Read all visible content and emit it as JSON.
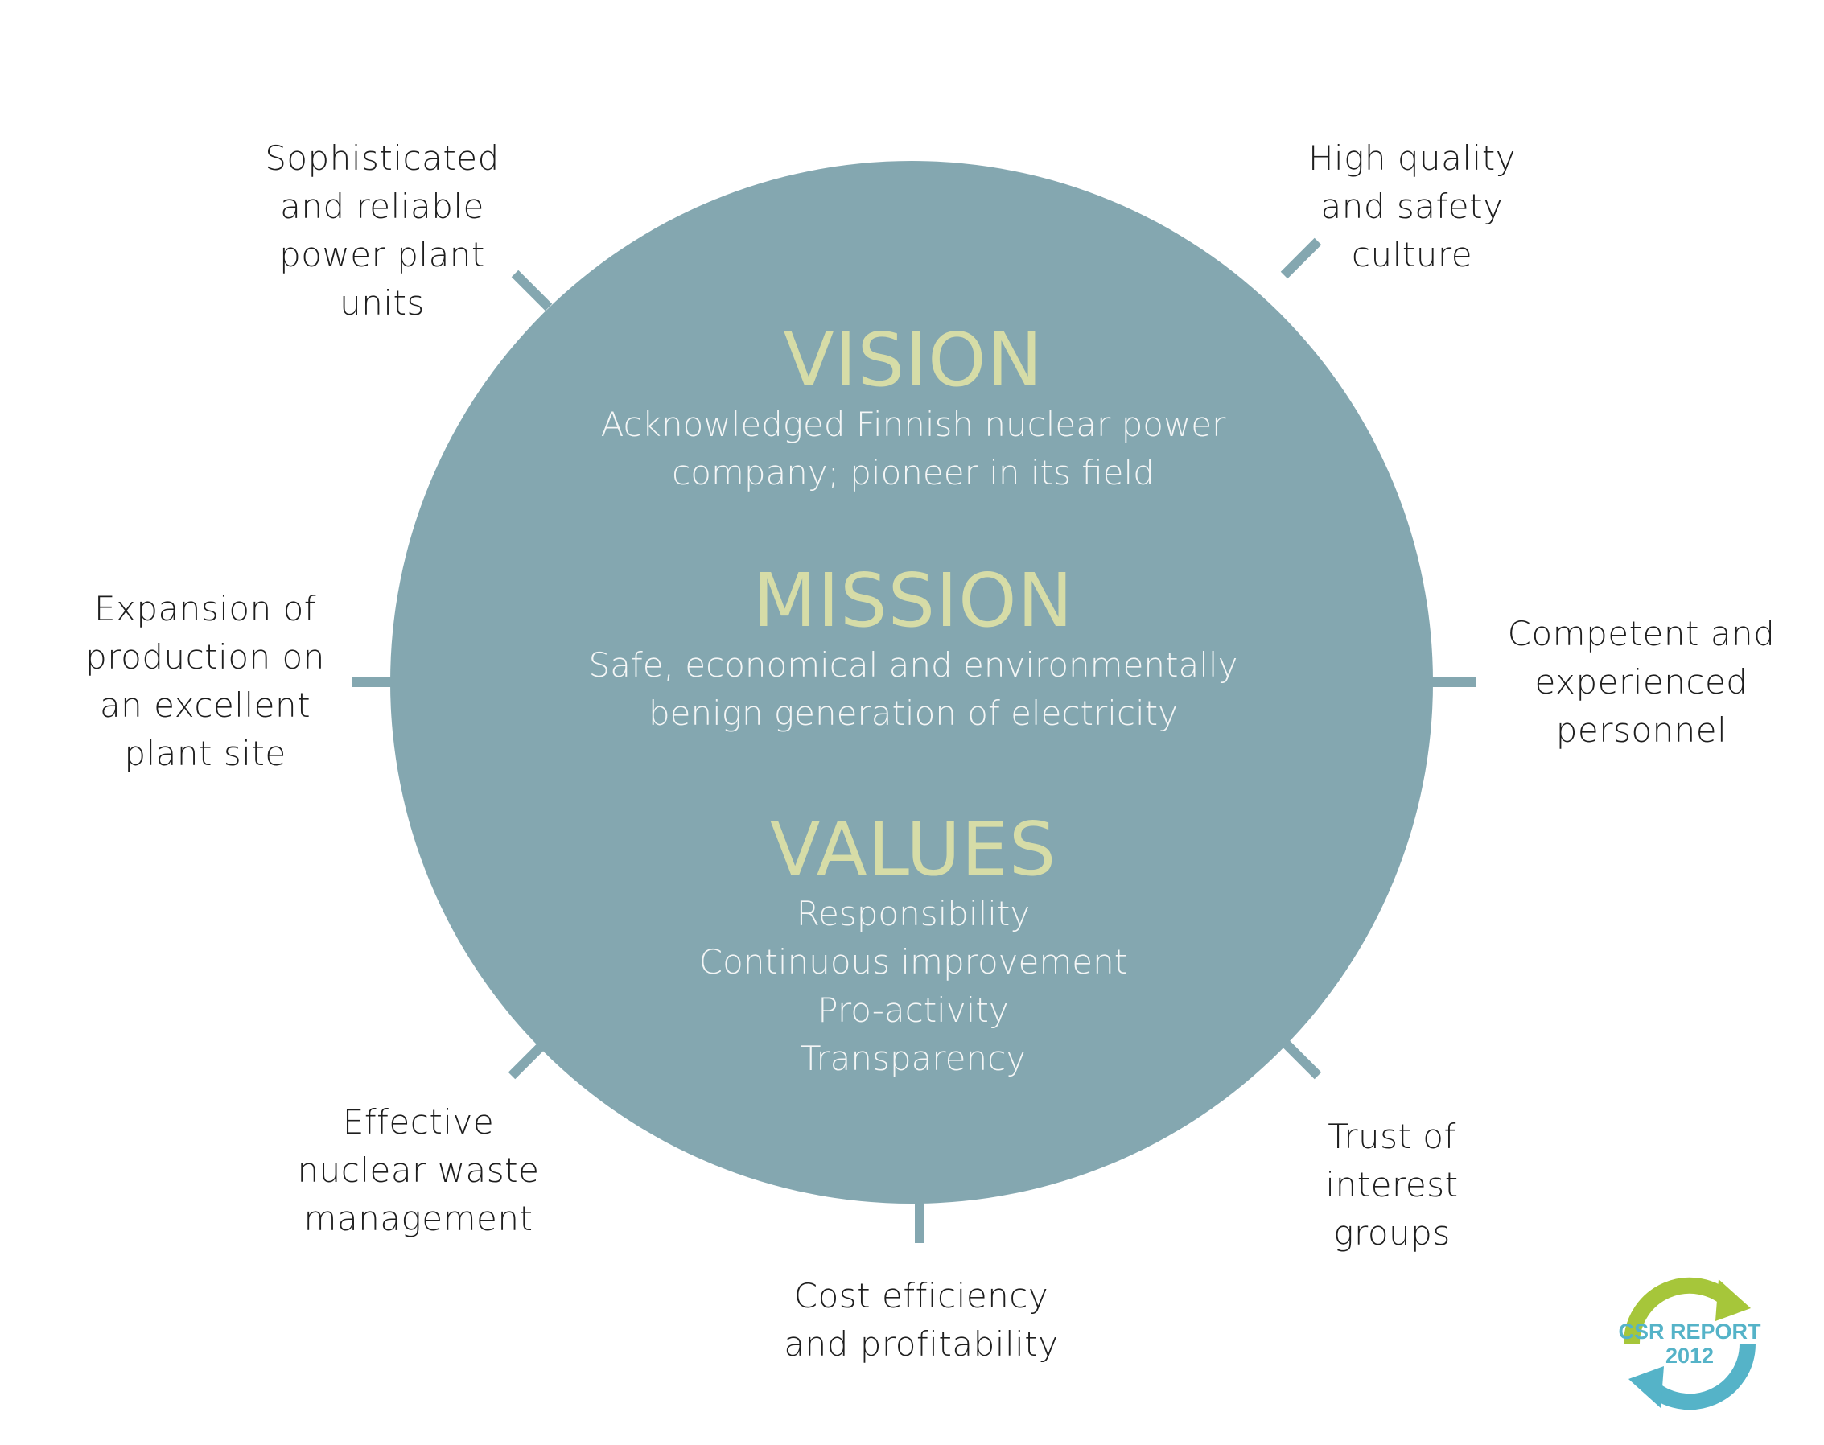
{
  "center": {
    "vision": {
      "heading": "VISION",
      "lines": [
        "Acknowledged Finnish nuclear power",
        "company; pioneer in its field"
      ]
    },
    "mission": {
      "heading": "MISSION",
      "lines": [
        "Safe, economical and environmentally",
        "benign generation of electricity"
      ]
    },
    "values": {
      "heading": "VALUES",
      "lines": [
        "Responsibility",
        "Continuous improvement",
        "Pro-activity",
        "Transparency"
      ]
    }
  },
  "outer": {
    "top_left": [
      "Sophisticated",
      "and reliable",
      "power plant",
      "units"
    ],
    "top_right": [
      "High quality",
      "and safety",
      "culture"
    ],
    "left": [
      "Expansion of",
      "production on",
      "an excellent",
      "plant site"
    ],
    "right": [
      "Competent and",
      "experienced",
      "personnel"
    ],
    "bottom_left": [
      "Effective",
      "nuclear waste",
      "management"
    ],
    "bottom_right": [
      "Trust of",
      "interest",
      "groups"
    ],
    "bottom": [
      "Cost efficiency",
      "and profitability"
    ]
  },
  "logo": {
    "line1": "CSR REPORT",
    "line2": "2012"
  },
  "colors": {
    "circle": "#84a7b0",
    "heading": "#d6dca7",
    "subtext": "#f4f6f6",
    "outer_text": "#1e1e1e",
    "logo_green": "#a6c63a",
    "logo_blue": "#55b3c8"
  }
}
